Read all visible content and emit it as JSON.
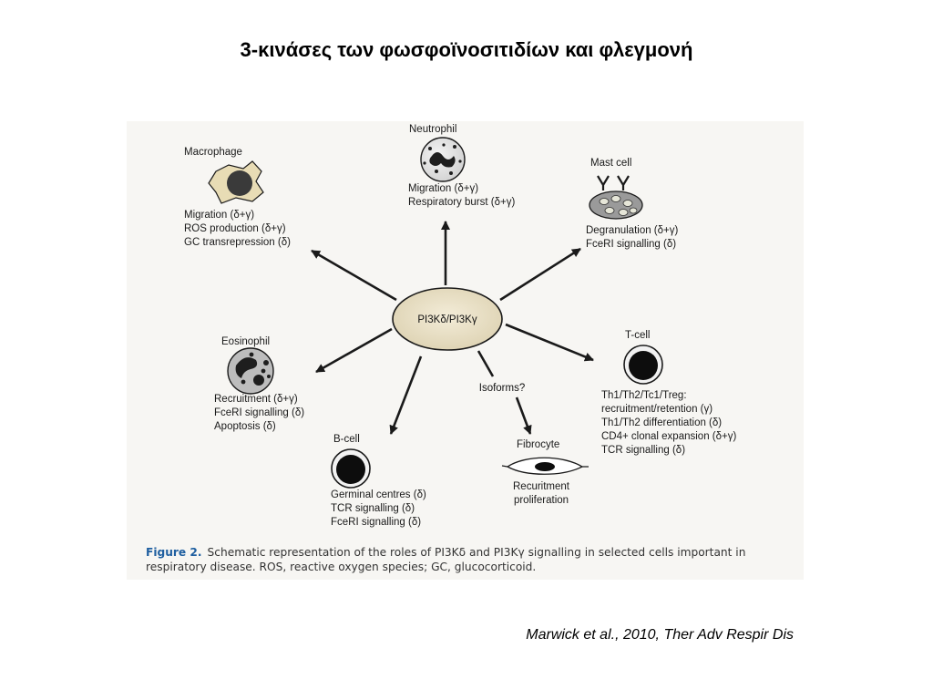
{
  "slide": {
    "title": "3-κινάσες των φωσφοϊνοσιτιδίων και φλεγμονή",
    "citation": "Marwick et al., 2010, Ther Adv Respir Dis"
  },
  "diagram": {
    "hub": "PI3Kδ/PI3Kγ",
    "isoforms_label": "Isoforms?",
    "cells": {
      "macrophage": {
        "name": "Macrophage",
        "lines": [
          "Migration (δ+γ)",
          "ROS production (δ+γ)",
          "GC transrepression (δ)"
        ]
      },
      "neutrophil": {
        "name": "Neutrophil",
        "lines": [
          "Migration (δ+γ)",
          "Respiratory burst (δ+γ)"
        ]
      },
      "mast_cell": {
        "name": "Mast cell",
        "lines": [
          "Degranulation (δ+γ)",
          "FceRI signalling (δ)"
        ]
      },
      "eosinophil": {
        "name": "Eosinophil",
        "lines": [
          "Recruitment (δ+γ)",
          "FceRI signalling (δ)",
          "Apoptosis (δ)"
        ]
      },
      "t_cell": {
        "name": "T-cell",
        "lines": [
          "Th1/Th2/Tc1/Treg:",
          "recruitment/retention (γ)",
          "Th1/Th2 differentiation (δ)",
          "CD4+ clonal expansion (δ+γ)",
          "TCR signalling (δ)"
        ]
      },
      "b_cell": {
        "name": "B-cell",
        "lines": [
          "Germinal centres (δ)",
          "TCR signalling (δ)",
          "FceRI signalling (δ)"
        ]
      },
      "fibrocyte": {
        "name": "Fibrocyte",
        "lines": [
          "Recuritment",
          "proliferation"
        ]
      }
    },
    "caption": {
      "label": "Figure 2.",
      "text": "Schematic representation of the roles of PI3Kδ and PI3Kγ signalling in selected cells important in respiratory disease. ROS, reactive oxygen species; GC, glucocorticoid."
    }
  }
}
